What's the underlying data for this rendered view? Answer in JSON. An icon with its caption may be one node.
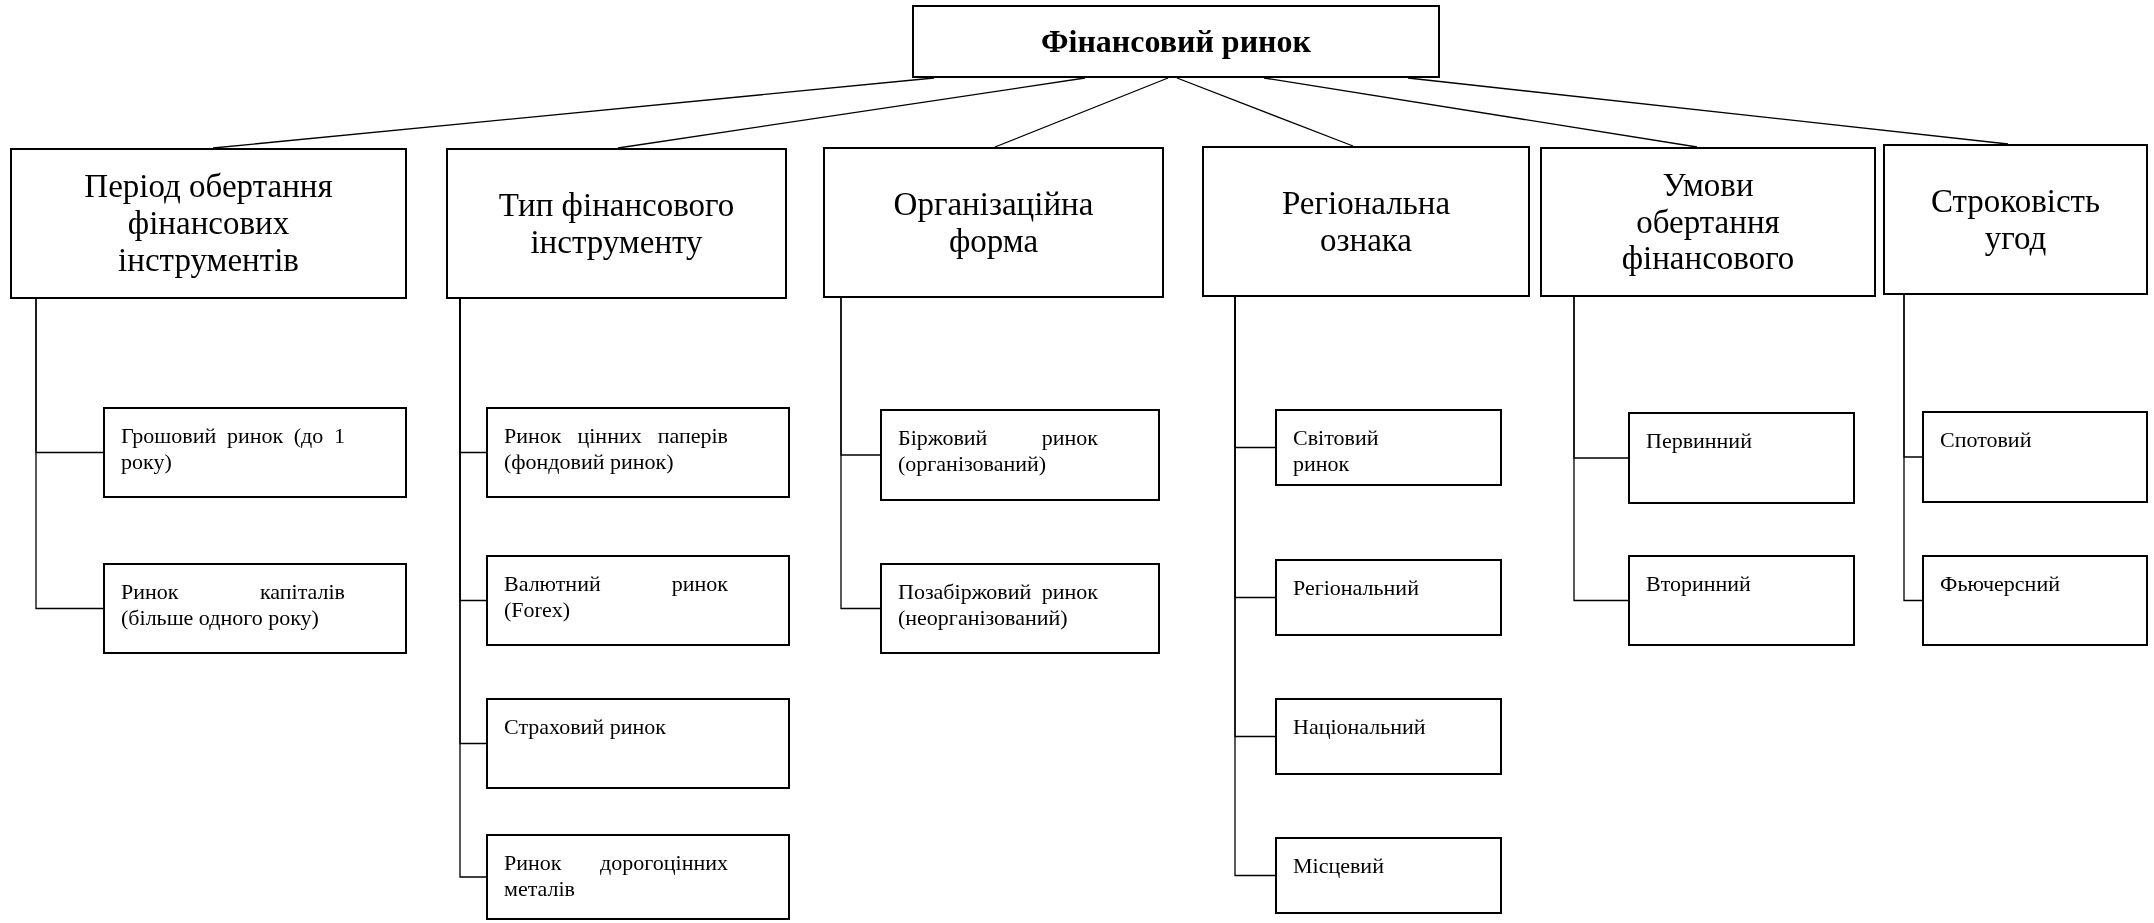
{
  "diagram": {
    "nodes": [
      {
        "text": [
          "Фінансовий ринок"
        ]
      },
      {
        "text": [
          "Період обертання фінансових інструментів"
        ]
      },
      {
        "text": [
          "Тип фінансового інструменту"
        ]
      },
      {
        "text": [
          "Організаційна форма"
        ]
      },
      {
        "text": [
          "Регіональна ознака"
        ]
      },
      {
        "text": [
          "Умови обертання фінансового"
        ]
      },
      {
        "text": [
          "Строковість угод"
        ]
      },
      {
        "text": [
          "Грошовий ринок (до 1 року)"
        ]
      },
      {
        "text": [
          "Ринок капіталів (більше одного року)"
        ]
      },
      {
        "text": [
          "Ринок цінних паперів (фондовий ринок)"
        ]
      },
      {
        "text": [
          "Валютний ринок (Forex)"
        ]
      },
      {
        "text": [
          "Страховий ринок"
        ]
      },
      {
        "text": [
          "Ринок дорогоцінних металів"
        ]
      },
      {
        "text": [
          "Біржовий ринок (організований)"
        ]
      },
      {
        "text": [
          "Позабіржовий ринок (неорганізований)"
        ]
      },
      {
        "text": [
          "Світовий ринок"
        ]
      },
      {
        "text": [
          "Регіональний"
        ]
      },
      {
        "text": [
          "Національний"
        ]
      },
      {
        "text": [
          "Місцевий"
        ]
      },
      {
        "text": [
          "Первинний"
        ]
      },
      {
        "text": [
          "Вторинний"
        ]
      },
      {
        "text": [
          "Спотовий"
        ]
      },
      {
        "text": [
          "Фьючерсний"
        ]
      }
    ],
    "edges": [
      {
        "from": 0,
        "to": 1,
        "arrow": "none"
      },
      {
        "from": 0,
        "to": 2,
        "arrow": "none"
      },
      {
        "from": 0,
        "to": 3,
        "arrow": "none"
      },
      {
        "from": 0,
        "to": 4,
        "arrow": "none"
      },
      {
        "from": 0,
        "to": 5,
        "arrow": "none"
      },
      {
        "from": 0,
        "to": 6,
        "arrow": "none"
      },
      {
        "from": 1,
        "to": 7,
        "arrow": "none"
      },
      {
        "from": 1,
        "to": 8,
        "arrow": "none"
      },
      {
        "from": 2,
        "to": 9,
        "arrow": "none"
      },
      {
        "from": 2,
        "to": 10,
        "arrow": "none"
      },
      {
        "from": 2,
        "to": 11,
        "arrow": "none"
      },
      {
        "from": 2,
        "to": 12,
        "arrow": "none"
      },
      {
        "from": 3,
        "to": 13,
        "arrow": "none"
      },
      {
        "from": 3,
        "to": 14,
        "arrow": "none"
      },
      {
        "from": 4,
        "to": 15,
        "arrow": "none"
      },
      {
        "from": 4,
        "to": 16,
        "arrow": "none"
      },
      {
        "from": 4,
        "to": 17,
        "arrow": "none"
      },
      {
        "from": 4,
        "to": 18,
        "arrow": "none"
      },
      {
        "from": 5,
        "to": 19,
        "arrow": "none"
      },
      {
        "from": 5,
        "to": 20,
        "arrow": "none"
      },
      {
        "from": 6,
        "to": 21,
        "arrow": "none"
      },
      {
        "from": 6,
        "to": 22,
        "arrow": "none"
      }
    ]
  }
}
